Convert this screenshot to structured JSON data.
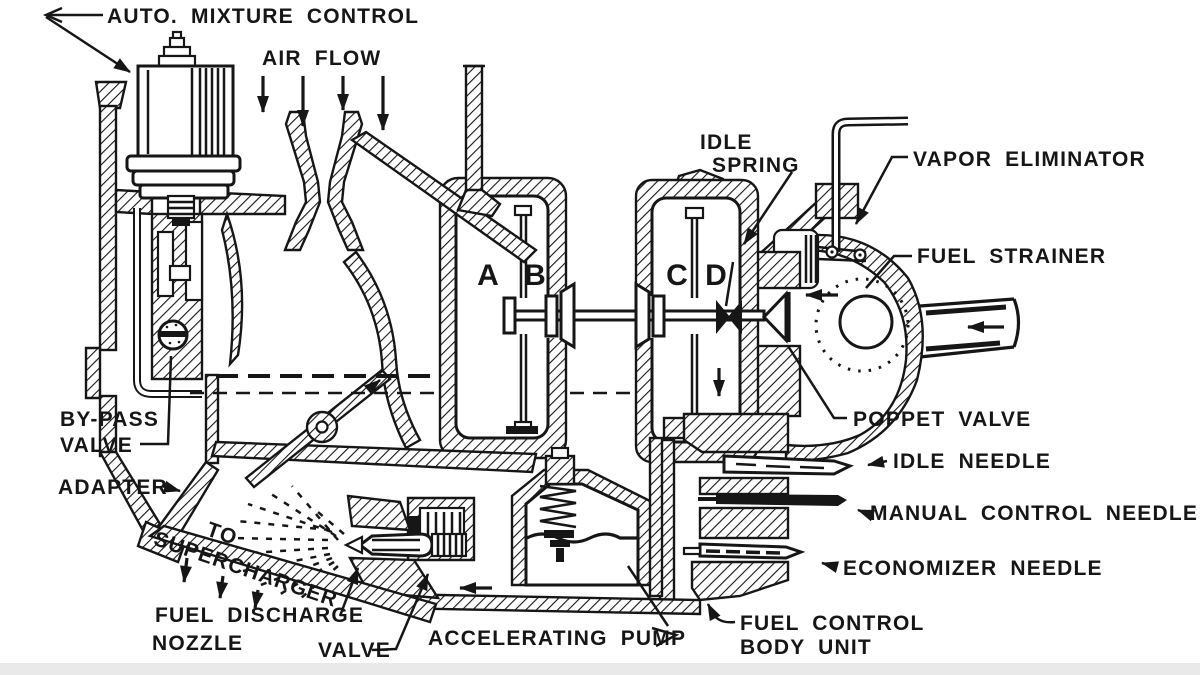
{
  "diagram": {
    "subject": "carburetor-fuel-control-cutaway",
    "colors": {
      "ink": "#161616",
      "background": "#ffffff",
      "bottom_band": "#e9e9e9"
    },
    "labels": {
      "auto_mixture_control": "AUTO. MIXTURE CONTROL",
      "air_flow": "AIR FLOW",
      "idle_spring_1": "IDLE",
      "idle_spring_2": "SPRING",
      "vapor_eliminator": "VAPOR ELIMINATOR",
      "fuel_strainer": "FUEL STRAINER",
      "poppet_valve": "POPPET VALVE",
      "idle_needle": "IDLE NEEDLE",
      "manual_control_needle": "MANUAL CONTROL NEEDLE",
      "economizer_needle": "ECONOMIZER NEEDLE",
      "fuel_control_body_1": "FUEL CONTROL",
      "fuel_control_body_2": "BODY UNIT",
      "accelerating_pump": "ACCELERATING PUMP",
      "valve": "VALVE",
      "fuel_discharge_nozzle_1": "FUEL DISCHARGE",
      "fuel_discharge_nozzle_2": "NOZZLE",
      "to_supercharger_1": "TO",
      "to_supercharger_2": "SUPERCHARGER",
      "adapter": "ADAPTER",
      "by_pass_valve_1": "BY-PASS",
      "by_pass_valve_2": "VALVE"
    },
    "chambers": {
      "a": "A",
      "b": "B",
      "c": "C",
      "d": "D"
    }
  }
}
